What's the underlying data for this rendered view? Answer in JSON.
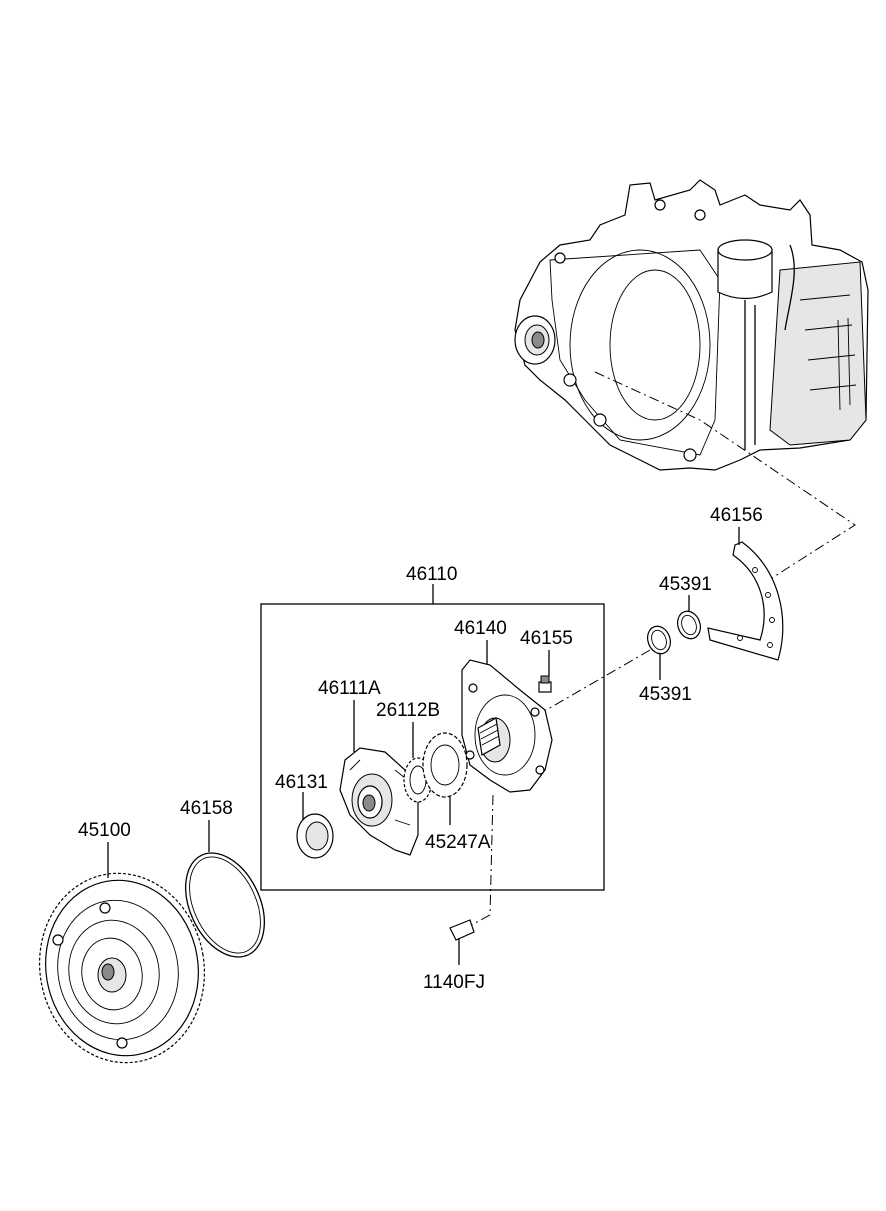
{
  "labels": {
    "assembly": "46110",
    "pump_cover": "46140",
    "plug": "46155",
    "pump_housing": "46111A",
    "gear": "26112B",
    "oil_seal": "46131",
    "rotor": "45247A",
    "bolt": "1140FJ",
    "torque_converter": "45100",
    "o_ring": "46158",
    "bracket": "46156",
    "seal_ring_upper": "45391",
    "seal_ring_lower": "45391"
  }
}
